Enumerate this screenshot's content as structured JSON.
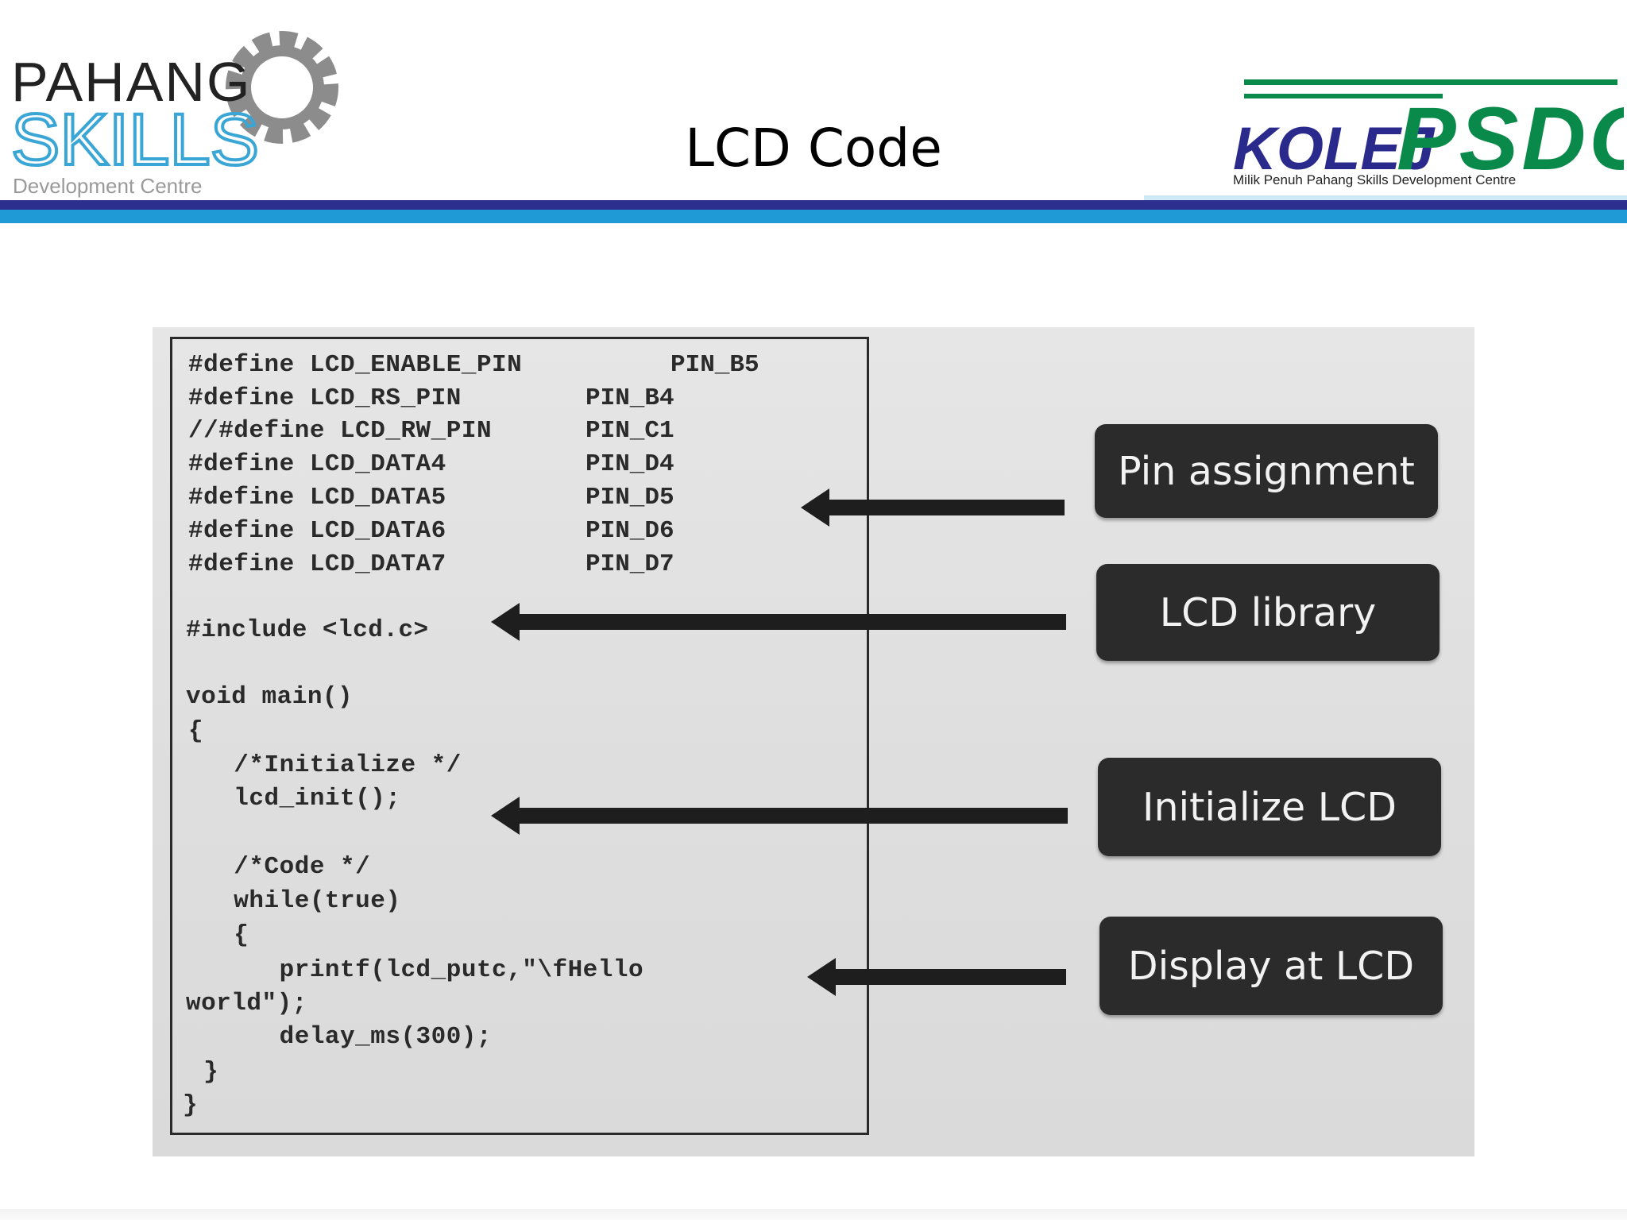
{
  "slide": {
    "title": "LCD Code"
  },
  "logos": {
    "left": {
      "line1": "PAHANG",
      "line2": "SKILLS",
      "line3": "Development Centre"
    },
    "right": {
      "line1": "KOLEJ",
      "line2": "PSDC",
      "line3": "Milik Penuh Pahang Skills Development Centre"
    }
  },
  "code": {
    "lines": [
      {
        "a": "#define LCD_ENABLE_PIN",
        "b": "PIN_B5"
      },
      {
        "a": "#define LCD_RS_PIN",
        "b": "PIN_B4"
      },
      {
        "a": "//#define LCD_RW_PIN",
        "b": "PIN_C1"
      },
      {
        "a": "#define LCD_DATA4",
        "b": "PIN_D4"
      },
      {
        "a": "#define LCD_DATA5",
        "b": "PIN_D5"
      },
      {
        "a": "#define LCD_DATA6",
        "b": "PIN_D6"
      },
      {
        "a": "#define LCD_DATA7",
        "b": "PIN_D7"
      },
      {
        "a": "#include <lcd.c>"
      },
      {
        "a": "void main()"
      },
      {
        "a": "{"
      },
      {
        "a": "   /*Initialize */"
      },
      {
        "a": "   lcd_init();"
      },
      {
        "a": "   /*Code */"
      },
      {
        "a": "   while(true)"
      },
      {
        "a": "   {"
      },
      {
        "a": "      printf(lcd_putc,\"\\fHello"
      },
      {
        "a": "world\");"
      },
      {
        "a": "      delay_ms(300);"
      },
      {
        "a": " }"
      },
      {
        "a": "}"
      }
    ]
  },
  "annotations": [
    {
      "label": "Pin assignment"
    },
    {
      "label": "LCD library"
    },
    {
      "label": "Initialize LCD"
    },
    {
      "label": "Display at LCD"
    }
  ],
  "colors": {
    "header_dark_bar": "#2d2f8f",
    "header_light_bar": "#1f9ad6",
    "label_bg": "#2b2b2b",
    "kolej_purple": "#2a2a8c",
    "psdc_green": "#0a8a4a",
    "skills_blue": "#3aa6d6"
  }
}
